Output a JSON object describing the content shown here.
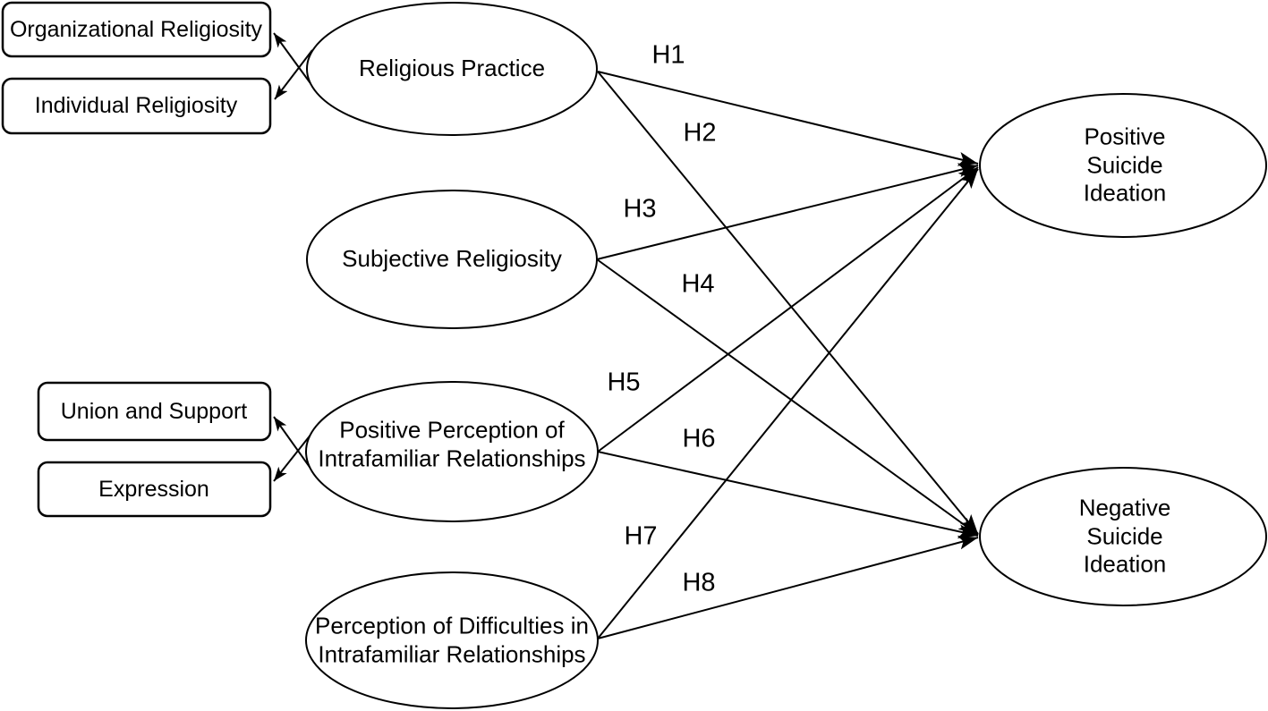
{
  "canvas": {
    "background": "#ffffff",
    "stroke_color": "#000000",
    "text_color": "#000000"
  },
  "nodes": {
    "religious_practice": {
      "label": "Religious Practice",
      "shape": "ellipse"
    },
    "subjective_religiosity": {
      "label": "Subjective Religiosity",
      "shape": "ellipse"
    },
    "positive_perception": {
      "label": "Positive Perception of\nIntrafamiliar Relationships",
      "shape": "ellipse"
    },
    "perception_difficulties": {
      "label": "Perception of Difficulties in\nIntrafamiliar Relationships",
      "shape": "ellipse"
    },
    "positive_suicide_ideation": {
      "label": "Positive Suicide Ideation",
      "shape": "ellipse"
    },
    "negative_suicide_ideation": {
      "label": "Negative Suicide Ideation",
      "shape": "ellipse"
    }
  },
  "indicators": {
    "organizational_religiosity": {
      "label": "Organizational Religiosity",
      "shape": "rounded-rect"
    },
    "individual_religiosity": {
      "label": "Individual Religiosity",
      "shape": "rounded-rect"
    },
    "union_and_support": {
      "label": "Union and Support",
      "shape": "rounded-rect"
    },
    "expression": {
      "label": "Expression",
      "shape": "rounded-rect"
    }
  },
  "hypotheses": {
    "h1": "H1",
    "h2": "H2",
    "h3": "H3",
    "h4": "H4",
    "h5": "H5",
    "h6": "H6",
    "h7": "H7",
    "h8": "H8"
  },
  "edges": [
    {
      "hypothesis": "H1",
      "from": "Religious Practice",
      "to": "Positive Suicide Ideation"
    },
    {
      "hypothesis": "H2",
      "from": "Religious Practice",
      "to": "Negative Suicide Ideation"
    },
    {
      "hypothesis": "H3",
      "from": "Subjective Religiosity",
      "to": "Positive Suicide Ideation"
    },
    {
      "hypothesis": "H4",
      "from": "Subjective Religiosity",
      "to": "Negative Suicide Ideation"
    },
    {
      "hypothesis": "H5",
      "from": "Positive Perception of Intrafamiliar Relationships",
      "to": "Positive Suicide Ideation"
    },
    {
      "hypothesis": "H6",
      "from": "Positive Perception of Intrafamiliar Relationships",
      "to": "Negative Suicide Ideation"
    },
    {
      "hypothesis": "H7",
      "from": "Perception of Difficulties in Intrafamiliar Relationships",
      "to": "Positive Suicide Ideation"
    },
    {
      "hypothesis": "H8",
      "from": "Perception of Difficulties in Intrafamiliar Relationships",
      "to": "Negative Suicide Ideation"
    }
  ],
  "indicator_links": [
    {
      "from": "Religious Practice",
      "to": "Organizational Religiosity"
    },
    {
      "from": "Religious Practice",
      "to": "Individual Religiosity"
    },
    {
      "from": "Positive Perception of Intrafamiliar Relationships",
      "to": "Union and Support"
    },
    {
      "from": "Positive Perception of Intrafamiliar Relationships",
      "to": "Expression"
    }
  ]
}
